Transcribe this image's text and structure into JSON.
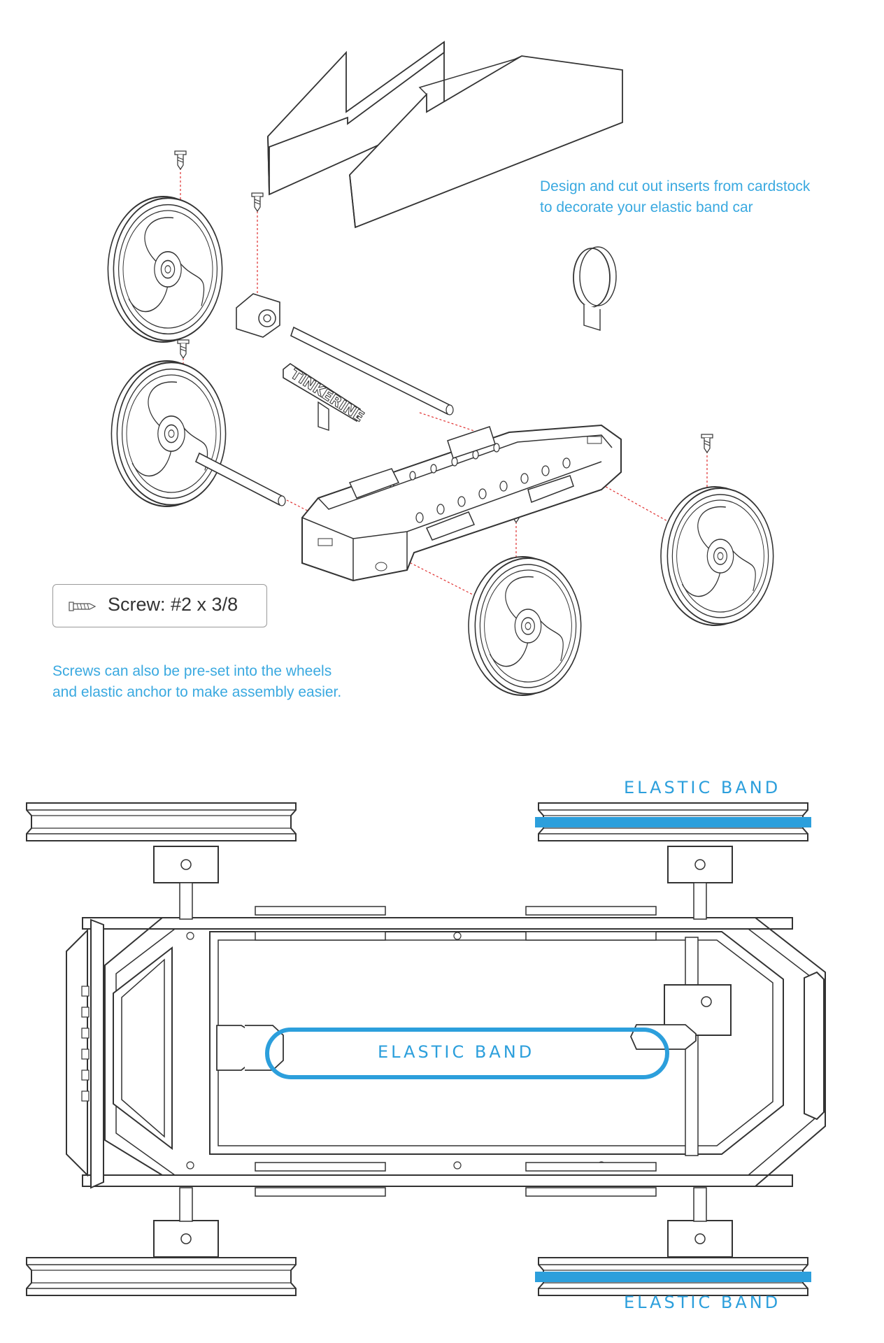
{
  "annotations": {
    "cardstock_note": [
      "Design and cut out inserts from cardstock",
      "to decorate your elastic band car"
    ],
    "screws_note": [
      "Screws can also be pre-set into the  wheels",
      "and elastic anchor to make assembly easier."
    ]
  },
  "screw_spec": {
    "label": "Screw: #2 x 3/8",
    "icon": "screw-icon"
  },
  "logo_text": "TINKERINE",
  "band_labels": {
    "top": "ELASTIC BAND",
    "center": "ELASTIC BAND",
    "bottom": "ELASTIC BAND"
  },
  "colors": {
    "accent": "#2c9fdc",
    "line": "#333333",
    "guide": "#e03030"
  }
}
